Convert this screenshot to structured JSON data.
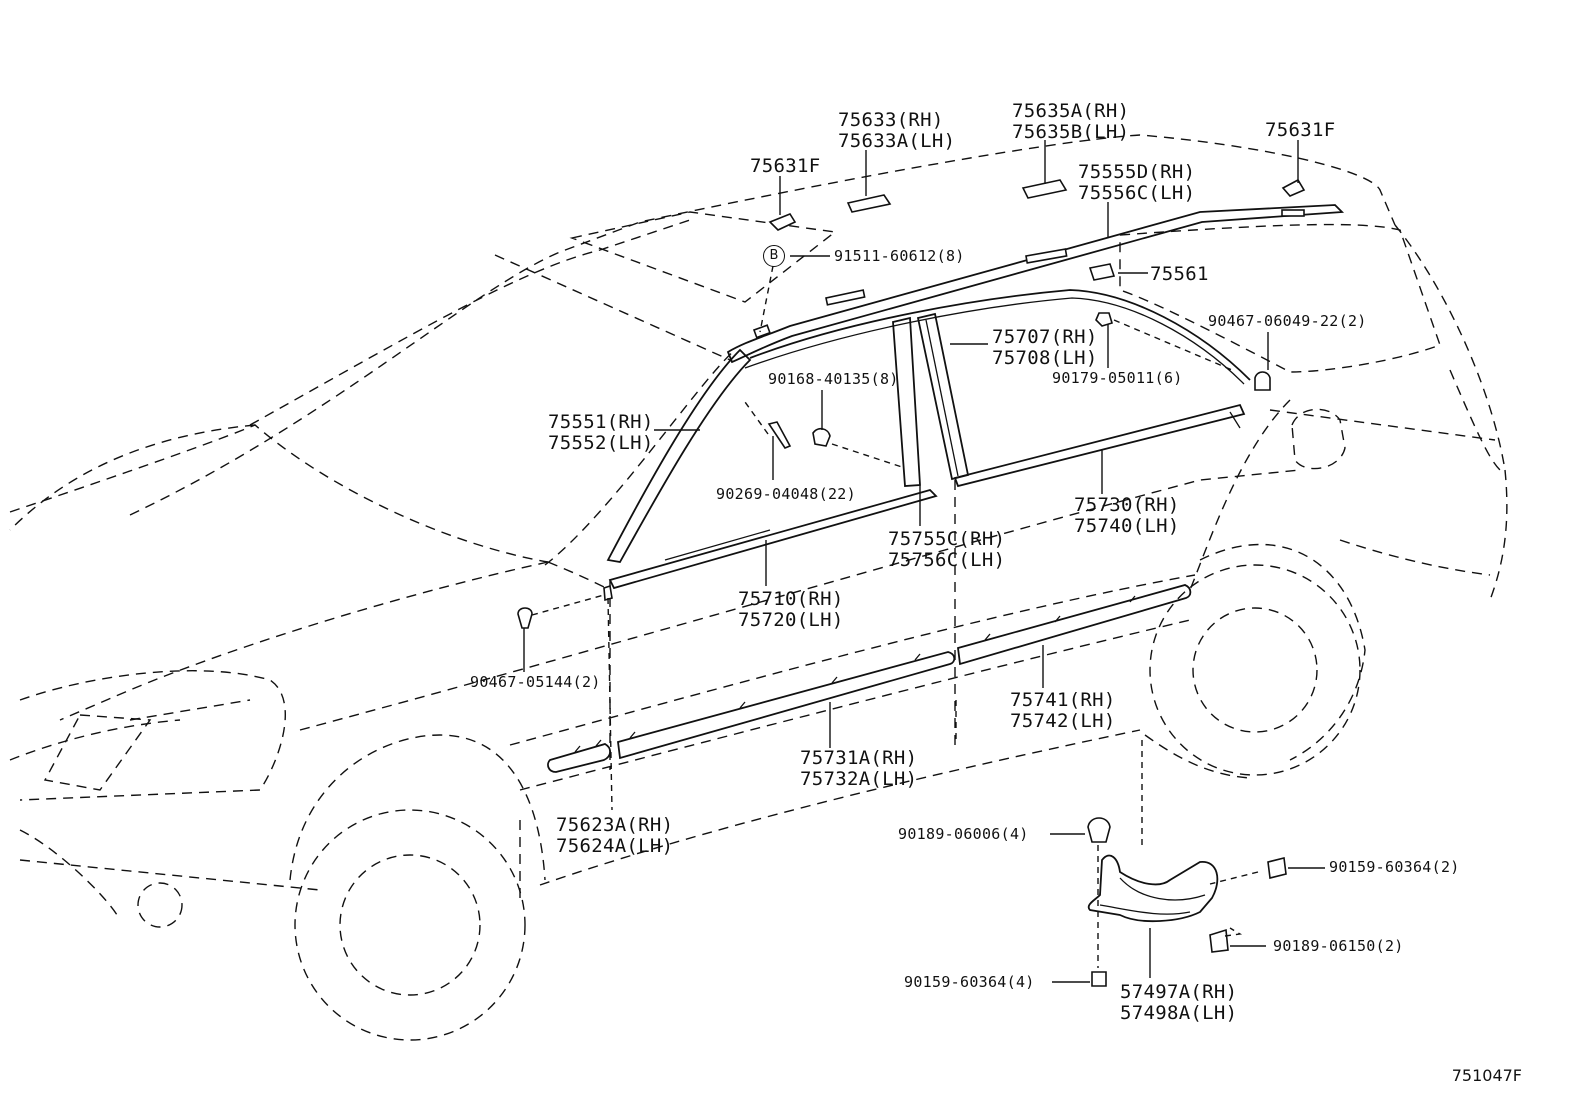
{
  "diagram_code": "751047F",
  "bolt_marker": "B",
  "labels": {
    "p75633": {
      "l1": "75633(RH)",
      "l2": "75633A(LH)"
    },
    "p75635": {
      "l1": "75635A(RH)",
      "l2": "75635B(LH)"
    },
    "p75631a": {
      "l1": "75631F"
    },
    "p75631b": {
      "l1": "75631F"
    },
    "p75555": {
      "l1": "75555D(RH)",
      "l2": "75556C(LH)"
    },
    "p91511": {
      "l1": "91511-60612(8)"
    },
    "p75561": {
      "l1": "75561"
    },
    "p90467a": {
      "l1": "90467-06049-22(2)"
    },
    "p75707": {
      "l1": "75707(RH)",
      "l2": "75708(LH)"
    },
    "p90179": {
      "l1": "90179-05011(6)"
    },
    "p90168": {
      "l1": "90168-40135(8)"
    },
    "p75551": {
      "l1": "75551(RH)",
      "l2": "75552(LH)"
    },
    "p90269": {
      "l1": "90269-04048(22)"
    },
    "p75730": {
      "l1": "75730(RH)",
      "l2": "75740(LH)"
    },
    "p75755": {
      "l1": "75755C(RH)",
      "l2": "75756C(LH)"
    },
    "p75710": {
      "l1": "75710(RH)",
      "l2": "75720(LH)"
    },
    "p90467b": {
      "l1": "90467-05144(2)"
    },
    "p75741": {
      "l1": "75741(RH)",
      "l2": "75742(LH)"
    },
    "p75731": {
      "l1": "75731A(RH)",
      "l2": "75732A(LH)"
    },
    "p75623": {
      "l1": "75623A(RH)",
      "l2": "75624A(LH)"
    },
    "p90189a": {
      "l1": "90189-06006(4)"
    },
    "p90159a": {
      "l1": "90159-60364(2)"
    },
    "p90189b": {
      "l1": "90189-06150(2)"
    },
    "p90159b": {
      "l1": "90159-60364(4)"
    },
    "p57497": {
      "l1": "57497A(RH)",
      "l2": "57498A(LH)"
    }
  }
}
